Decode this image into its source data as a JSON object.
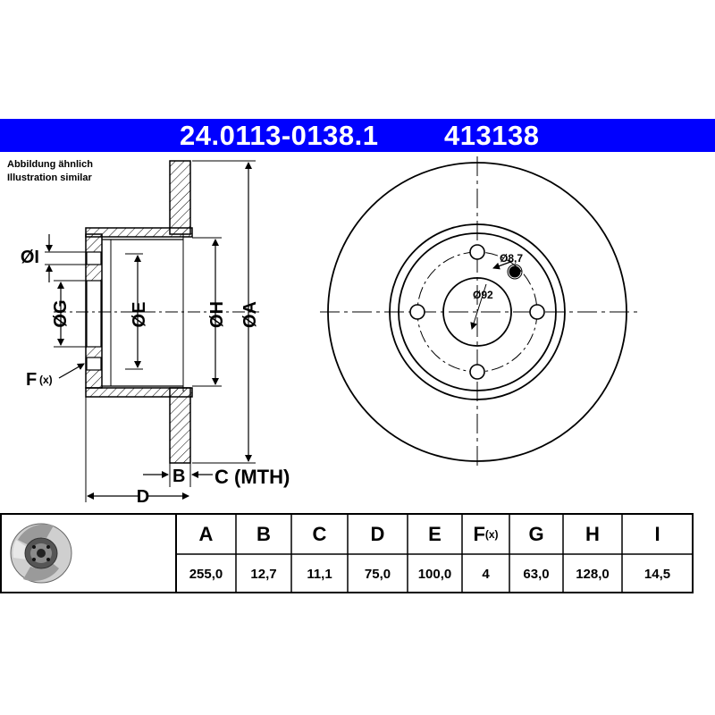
{
  "header": {
    "article_number": "24.0113-0138.1",
    "ref_number": "413138",
    "bar_color": "#0000ff"
  },
  "note": {
    "line1": "Abbildung ähnlich",
    "line2": "Illustration similar"
  },
  "side_view": {
    "label_i": "ØI",
    "label_g": "ØG",
    "label_e": "ØE",
    "label_h": "ØH",
    "label_a": "ØA",
    "label_f": "F",
    "label_f_sub": "(x)",
    "label_b": "B",
    "label_c": "C (MTH)",
    "label_d": "D"
  },
  "front_view": {
    "bolt_hole_label": "Ø8,7",
    "pcd_label": "Ø92"
  },
  "spec_table": {
    "thumbnail_icon": "brake-disc-icon",
    "columns": [
      {
        "head": "A",
        "value": "255,0"
      },
      {
        "head": "B",
        "value": "12,7"
      },
      {
        "head": "C",
        "value": "11,1"
      },
      {
        "head": "D",
        "value": "75,0"
      },
      {
        "head": "E",
        "value": "100,0"
      },
      {
        "head": "F",
        "head_sub": "(x)",
        "value": "4"
      },
      {
        "head": "G",
        "value": "63,0"
      },
      {
        "head": "H",
        "value": "128,0"
      },
      {
        "head": "I",
        "value": "14,5"
      }
    ]
  }
}
